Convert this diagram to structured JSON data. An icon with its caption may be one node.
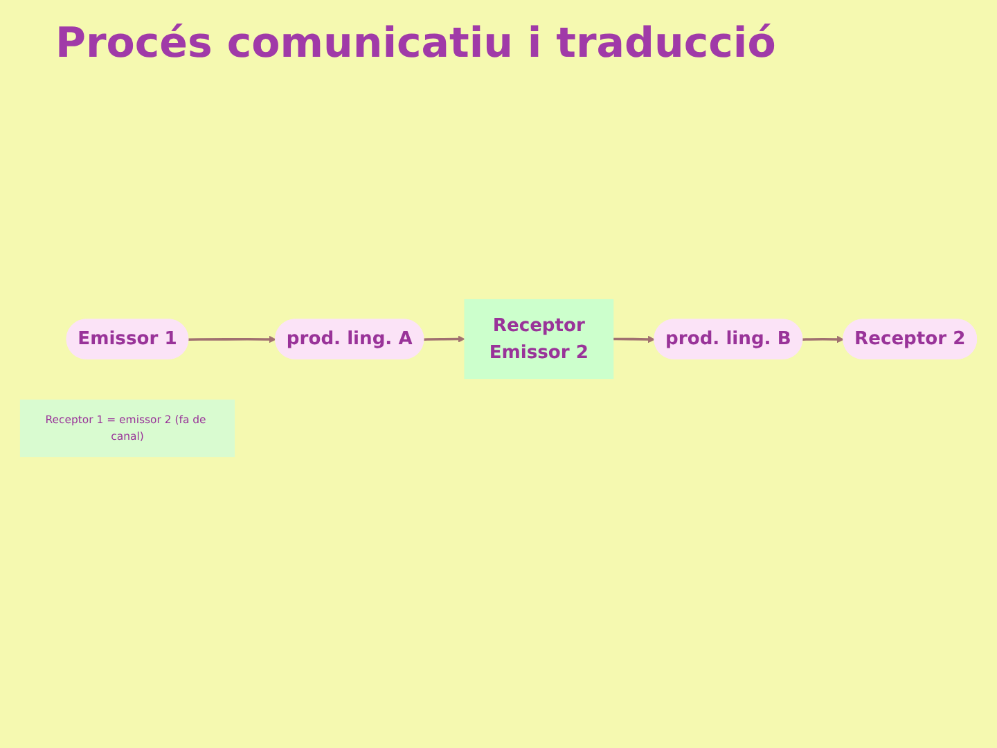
{
  "diagram": {
    "title": "Procés comunicatiu i traducció",
    "nodes": [
      {
        "text": [
          "Emissor 1"
        ]
      },
      {
        "text": [
          "prod. ling. A"
        ]
      },
      {
        "text": [
          "Receptor",
          "Emissor 2"
        ]
      },
      {
        "text": [
          "prod. ling. B"
        ]
      },
      {
        "text": [
          "Receptor 2"
        ]
      },
      {
        "text": [
          "Receptor 1 = emissor 2 (fa de canal)"
        ]
      }
    ],
    "edges": [
      {
        "from": 0,
        "to": 1,
        "arrow": "to"
      },
      {
        "from": 1,
        "to": 2,
        "arrow": "to"
      },
      {
        "from": 2,
        "to": 3,
        "arrow": "to"
      },
      {
        "from": 3,
        "to": 4,
        "arrow": "to"
      }
    ]
  }
}
